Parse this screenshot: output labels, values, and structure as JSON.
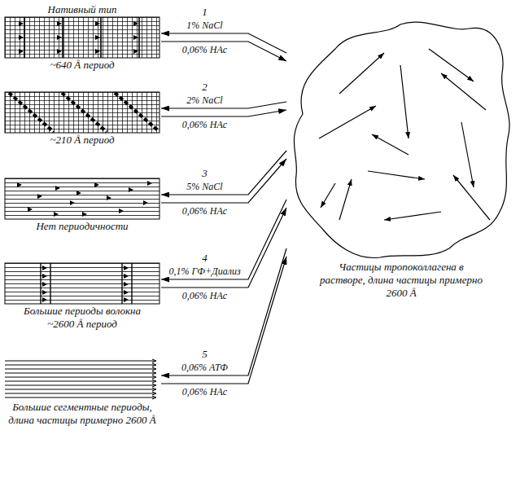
{
  "diagram": {
    "nodes": [
      {
        "text": [
          "Нативный тип",
          "~640 Å период"
        ]
      },
      {
        "text": [
          "~210 Å период"
        ]
      },
      {
        "text": [
          "Нет периодичности"
        ]
      },
      {
        "text": [
          "Большие периоды волокна",
          "~2600 Å период"
        ]
      },
      {
        "text": [
          "Большие сегментные периоды, длина частицы примерно 2600 Å"
        ]
      },
      {
        "text": [
          "Частицы тропоколлагена в растворе, длина частицы примерно 2600 Å"
        ]
      }
    ],
    "edges": [
      {
        "from": 5,
        "to": 0,
        "arrow": "to",
        "label": "1% NaCl"
      },
      {
        "from": 0,
        "to": 5,
        "arrow": "to",
        "label": "0,06% HAc"
      },
      {
        "from": 5,
        "to": 1,
        "arrow": "to",
        "label": "2% NaCl"
      },
      {
        "from": 1,
        "to": 5,
        "arrow": "to",
        "label": "0,06% HAc"
      },
      {
        "from": 5,
        "to": 2,
        "arrow": "to",
        "label": "5% NaCl"
      },
      {
        "from": 2,
        "to": 5,
        "arrow": "to",
        "label": "0,06% HAc"
      },
      {
        "from": 5,
        "to": 3,
        "arrow": "to",
        "label": "0,1% ГФ+Диализ"
      },
      {
        "from": 3,
        "to": 5,
        "arrow": "to",
        "label": "0,06% HAc"
      },
      {
        "from": 5,
        "to": 4,
        "arrow": "to",
        "label": "0,06% АТФ"
      },
      {
        "from": 4,
        "to": 5,
        "arrow": "to",
        "label": "0,06% HAc"
      }
    ],
    "labels": [
      "1",
      "2",
      "3",
      "4",
      "5"
    ]
  }
}
